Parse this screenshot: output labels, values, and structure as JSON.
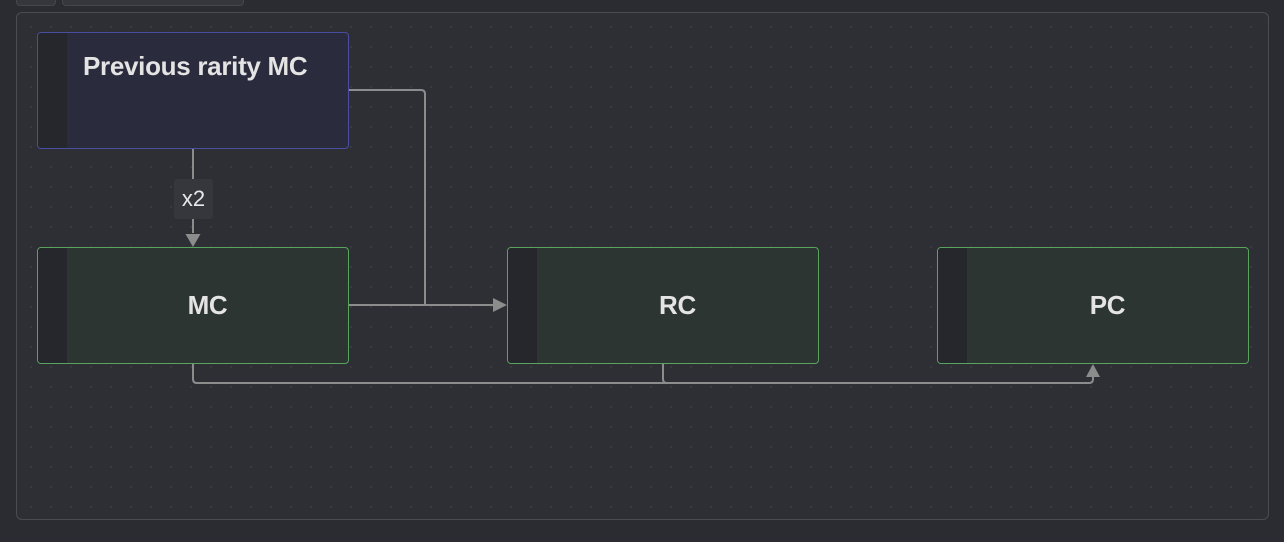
{
  "diagram": {
    "nodes": {
      "previous_rarity_mc": "Previous rarity MC",
      "mc": "MC",
      "rc": "RC",
      "pc": "PC"
    },
    "edge_labels": {
      "previous_to_mc": "x2"
    }
  },
  "colors": {
    "background": "#2a2c31",
    "canvas": "#2d2f35",
    "source_node_fill": "#2a2b3d",
    "source_node_border": "#4a4ea0",
    "target_node_fill": "#2d3533",
    "target_node_border": "#59a35e",
    "edge": "#8c8c8c"
  }
}
